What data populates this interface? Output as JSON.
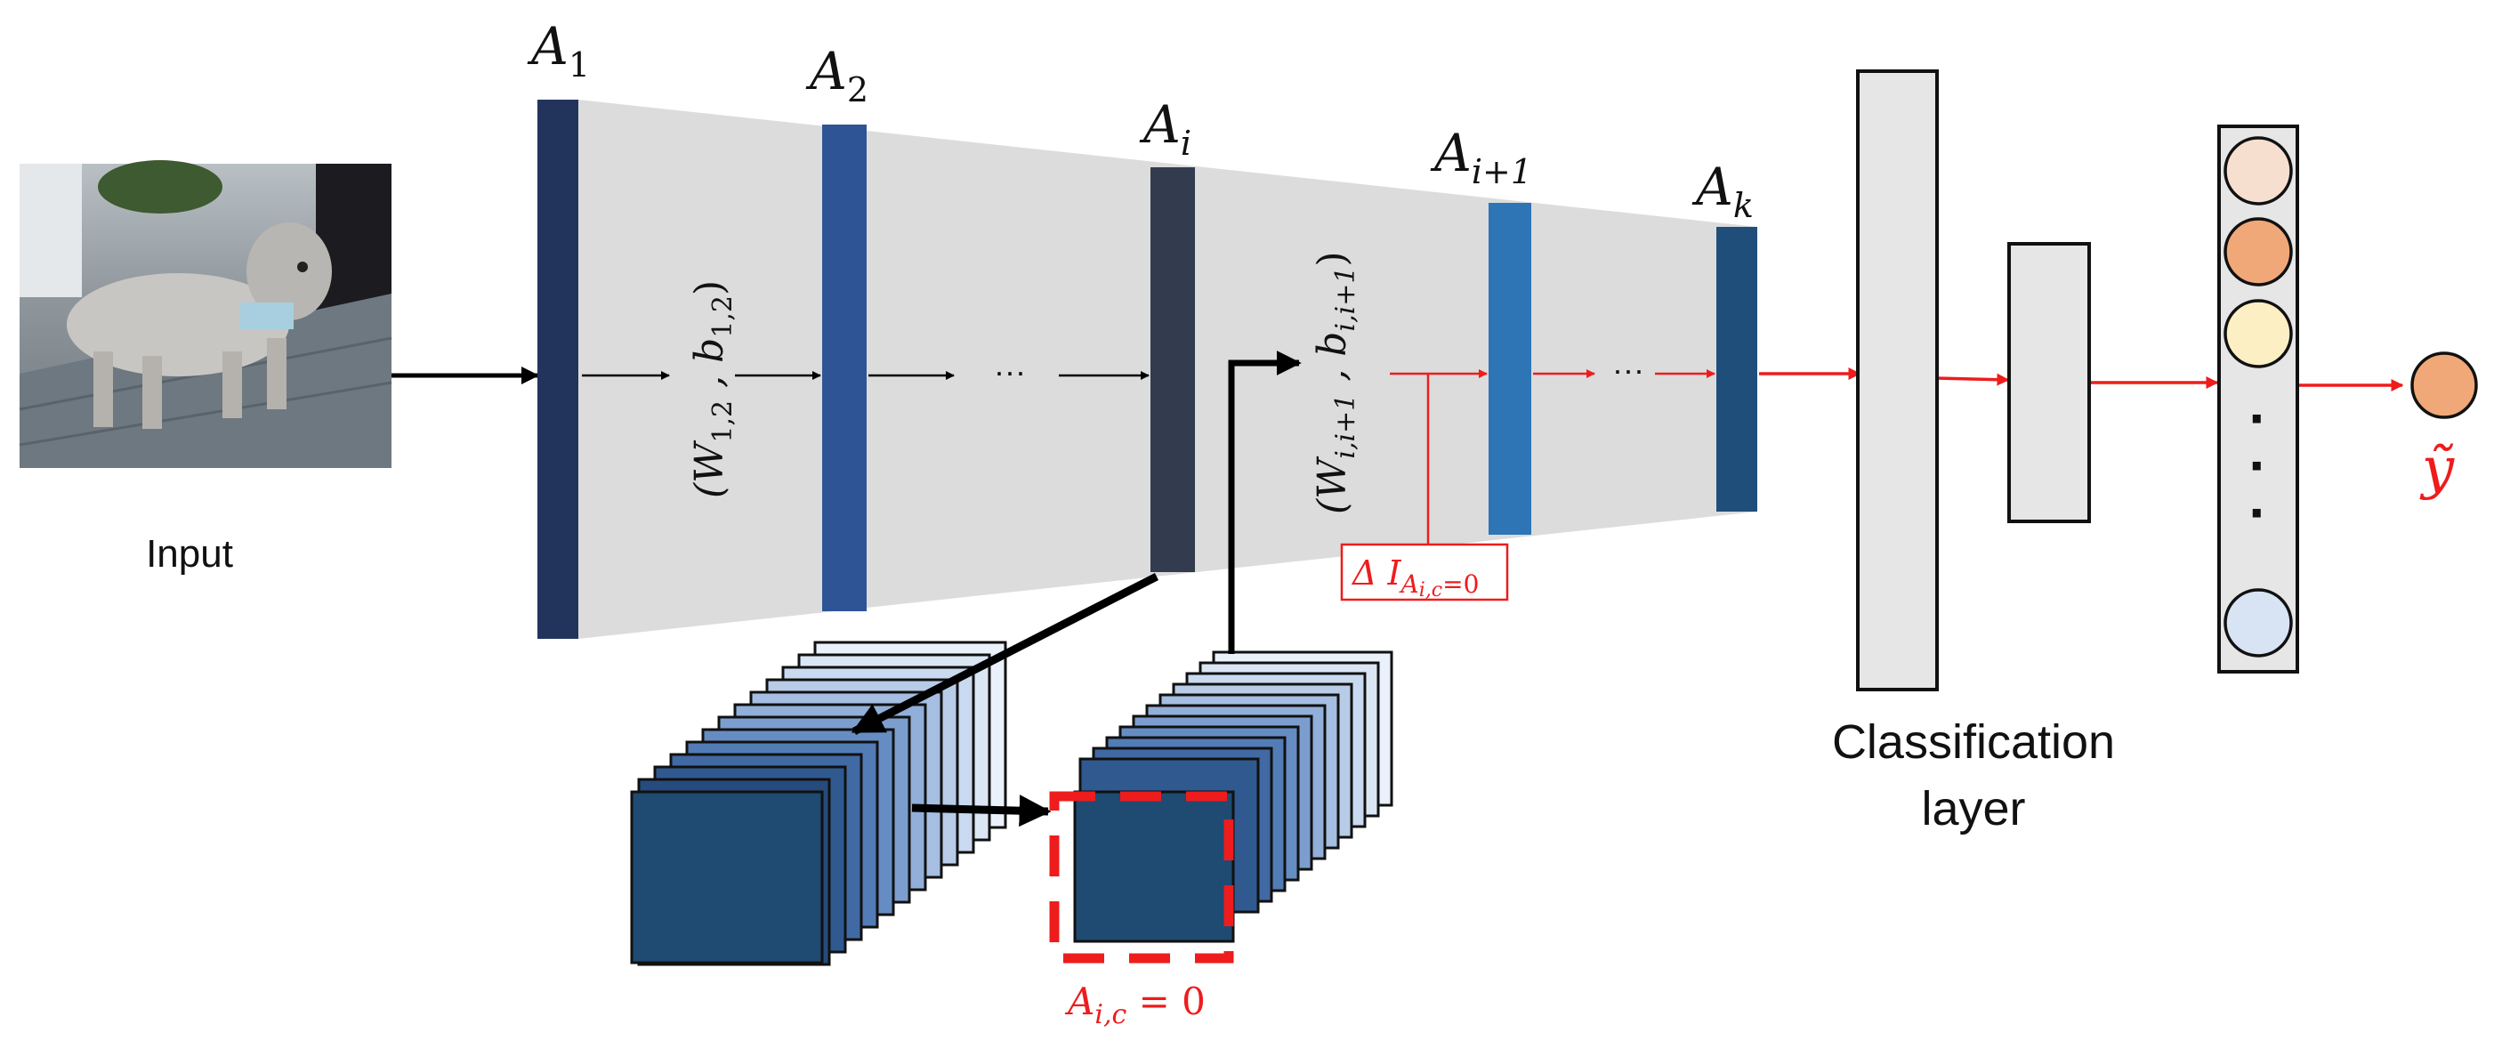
{
  "input_label": "Input",
  "classification_label_line1": "Classification",
  "classification_label_line2": "layer",
  "layers": {
    "a1": {
      "base": "A",
      "sub": "1"
    },
    "a2": {
      "base": "A",
      "sub": "2"
    },
    "ai": {
      "base": "A",
      "sub": "i"
    },
    "ai1": {
      "base": "A",
      "sub": "i+1"
    },
    "ak": {
      "base": "A",
      "sub": "k"
    }
  },
  "weights_12": {
    "open": "(W",
    "sub1": "1,2",
    "mid": " , b",
    "sub2": "1,2",
    "close": ")"
  },
  "weights_ii1": {
    "open": "(W",
    "sub1": "i,i+1",
    "mid": " , b",
    "sub2": "i,i+1",
    "close": ")"
  },
  "ellipsis": "···",
  "ellipsis_vertical": "·",
  "delta_label": {
    "prefix": "Δ I",
    "sub": "A",
    "subsub": "i,c",
    "suffix": "=0"
  },
  "zero_label": {
    "base": "A",
    "sub": "i,c",
    "suffix": " = 0"
  },
  "output_label": "ỹ",
  "colors": {
    "funnel": "#dcdcdc",
    "layer_a1": "#22345c",
    "layer_a2": "#2e5496",
    "layer_ai": "#323c4e",
    "layer_ai1": "#2e75b6",
    "layer_ak": "#204e7a",
    "highlight": "#ee1c1c",
    "node_1": "#f7dfd0",
    "node_2": "#f0a878",
    "node_3": "#fdefc4",
    "node_4": "#d8e4f4",
    "output_node": "#f0a878"
  }
}
